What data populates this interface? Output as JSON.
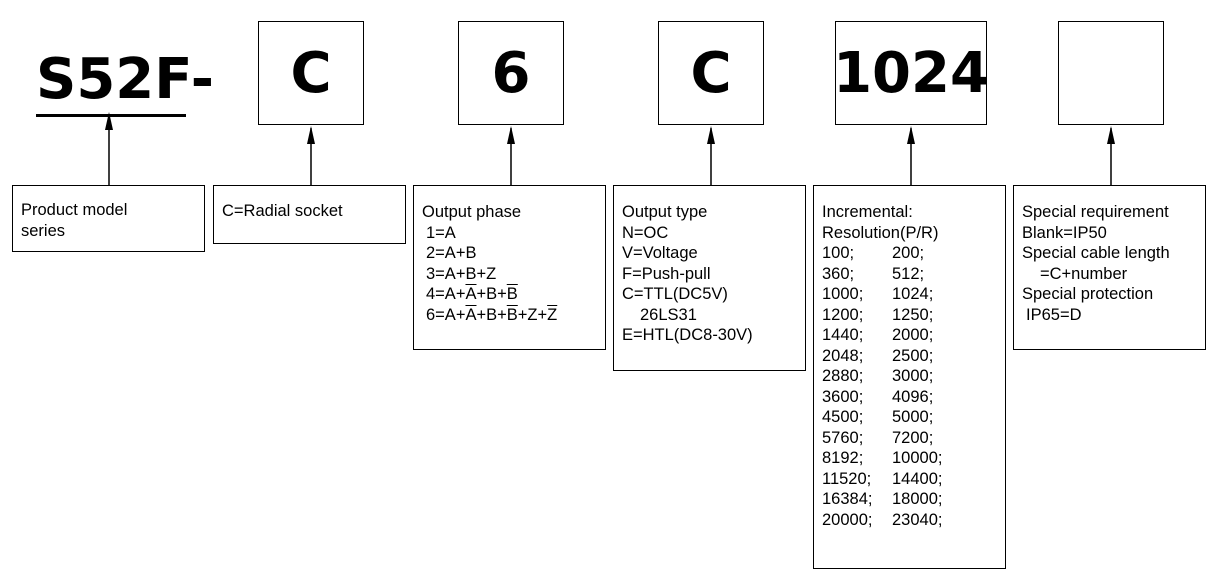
{
  "segments": {
    "prefix": "S52F-",
    "socket_code": "C",
    "phase_code": "6",
    "output_code": "C",
    "resolution_code": "1024",
    "special_code": ""
  },
  "product": {
    "line1": "Product model",
    "line2": "series"
  },
  "socket": {
    "text": "C=Radial socket"
  },
  "phase": {
    "title": "Output phase",
    "opt1": "1=A",
    "opt2": "2=A+B",
    "opt3": "3=A+B+Z",
    "opt4": {
      "a": "4=A+",
      "b": "A",
      "c": "+B+",
      "d": "B"
    },
    "opt6": {
      "a": "6=A+",
      "b": "A",
      "c": "+B+",
      "d": "B",
      "e": "+Z+",
      "f": "Z"
    }
  },
  "output": {
    "title": "Output type",
    "opt_n": "N=OC",
    "opt_v": "V=Voltage",
    "opt_f": "F=Push-pull",
    "opt_c": "C=TTL(DC5V)",
    "opt_c_sub": "26LS31",
    "opt_e": "E=HTL(DC8-30V)"
  },
  "resolution": {
    "title": "Incremental:",
    "subtitle": "Resolution(P/R)",
    "rows": [
      [
        "100;",
        "200;"
      ],
      [
        "360;",
        "512;"
      ],
      [
        "1000;",
        "1024;"
      ],
      [
        "1200;",
        "1250;"
      ],
      [
        "1440;",
        "2000;"
      ],
      [
        "2048;",
        "2500;"
      ],
      [
        "2880;",
        "3000;"
      ],
      [
        "3600;",
        "4096;"
      ],
      [
        "4500;",
        "5000;"
      ],
      [
        "5760;",
        "7200;"
      ],
      [
        "8192;",
        "10000;"
      ],
      [
        "11520;",
        "14400;"
      ],
      [
        "16384;",
        "18000;"
      ],
      [
        "20000;",
        "23040;"
      ]
    ]
  },
  "special": {
    "l1": "Special requirement",
    "l2": "Blank=IP50",
    "l3": "Special cable length",
    "l4": "=C+number",
    "l5": "Special protection",
    "l6": "IP65=D"
  }
}
